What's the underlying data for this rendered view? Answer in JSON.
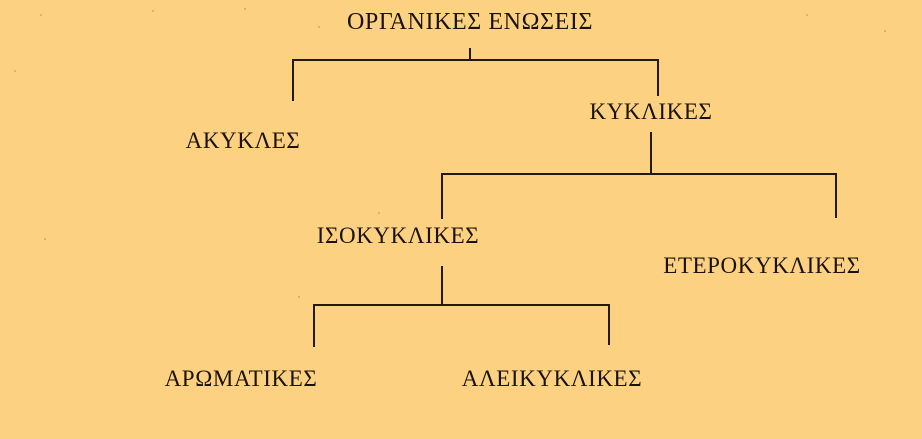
{
  "diagram": {
    "title": "ΟΡΓΑΝΙΚΕΣ ΕΝΩΣΕΙΣ",
    "background_color": "#FCD182",
    "line_color": "#241a0c",
    "text_color": "#1a1208",
    "nodes": {
      "root": "ΟΡΓΑΝΙΚΕΣ ΕΝΩΣΕΙΣ",
      "acyclic": "ΑΚΥΚΛΕΣ",
      "cyclic": "ΚΥΚΛΙΚΕΣ",
      "isocyclic": "ΙΣΟΚΥΚΛΙΚΕΣ",
      "heterocyclic": "ΕΤΕΡΟΚΥΚΛΙΚΕΣ",
      "aromatic": "ΑΡΩΜΑΤΙΚΕΣ",
      "alicyclic": "ΑΛΕΙΚΥΚΛΙΚΕΣ"
    }
  }
}
